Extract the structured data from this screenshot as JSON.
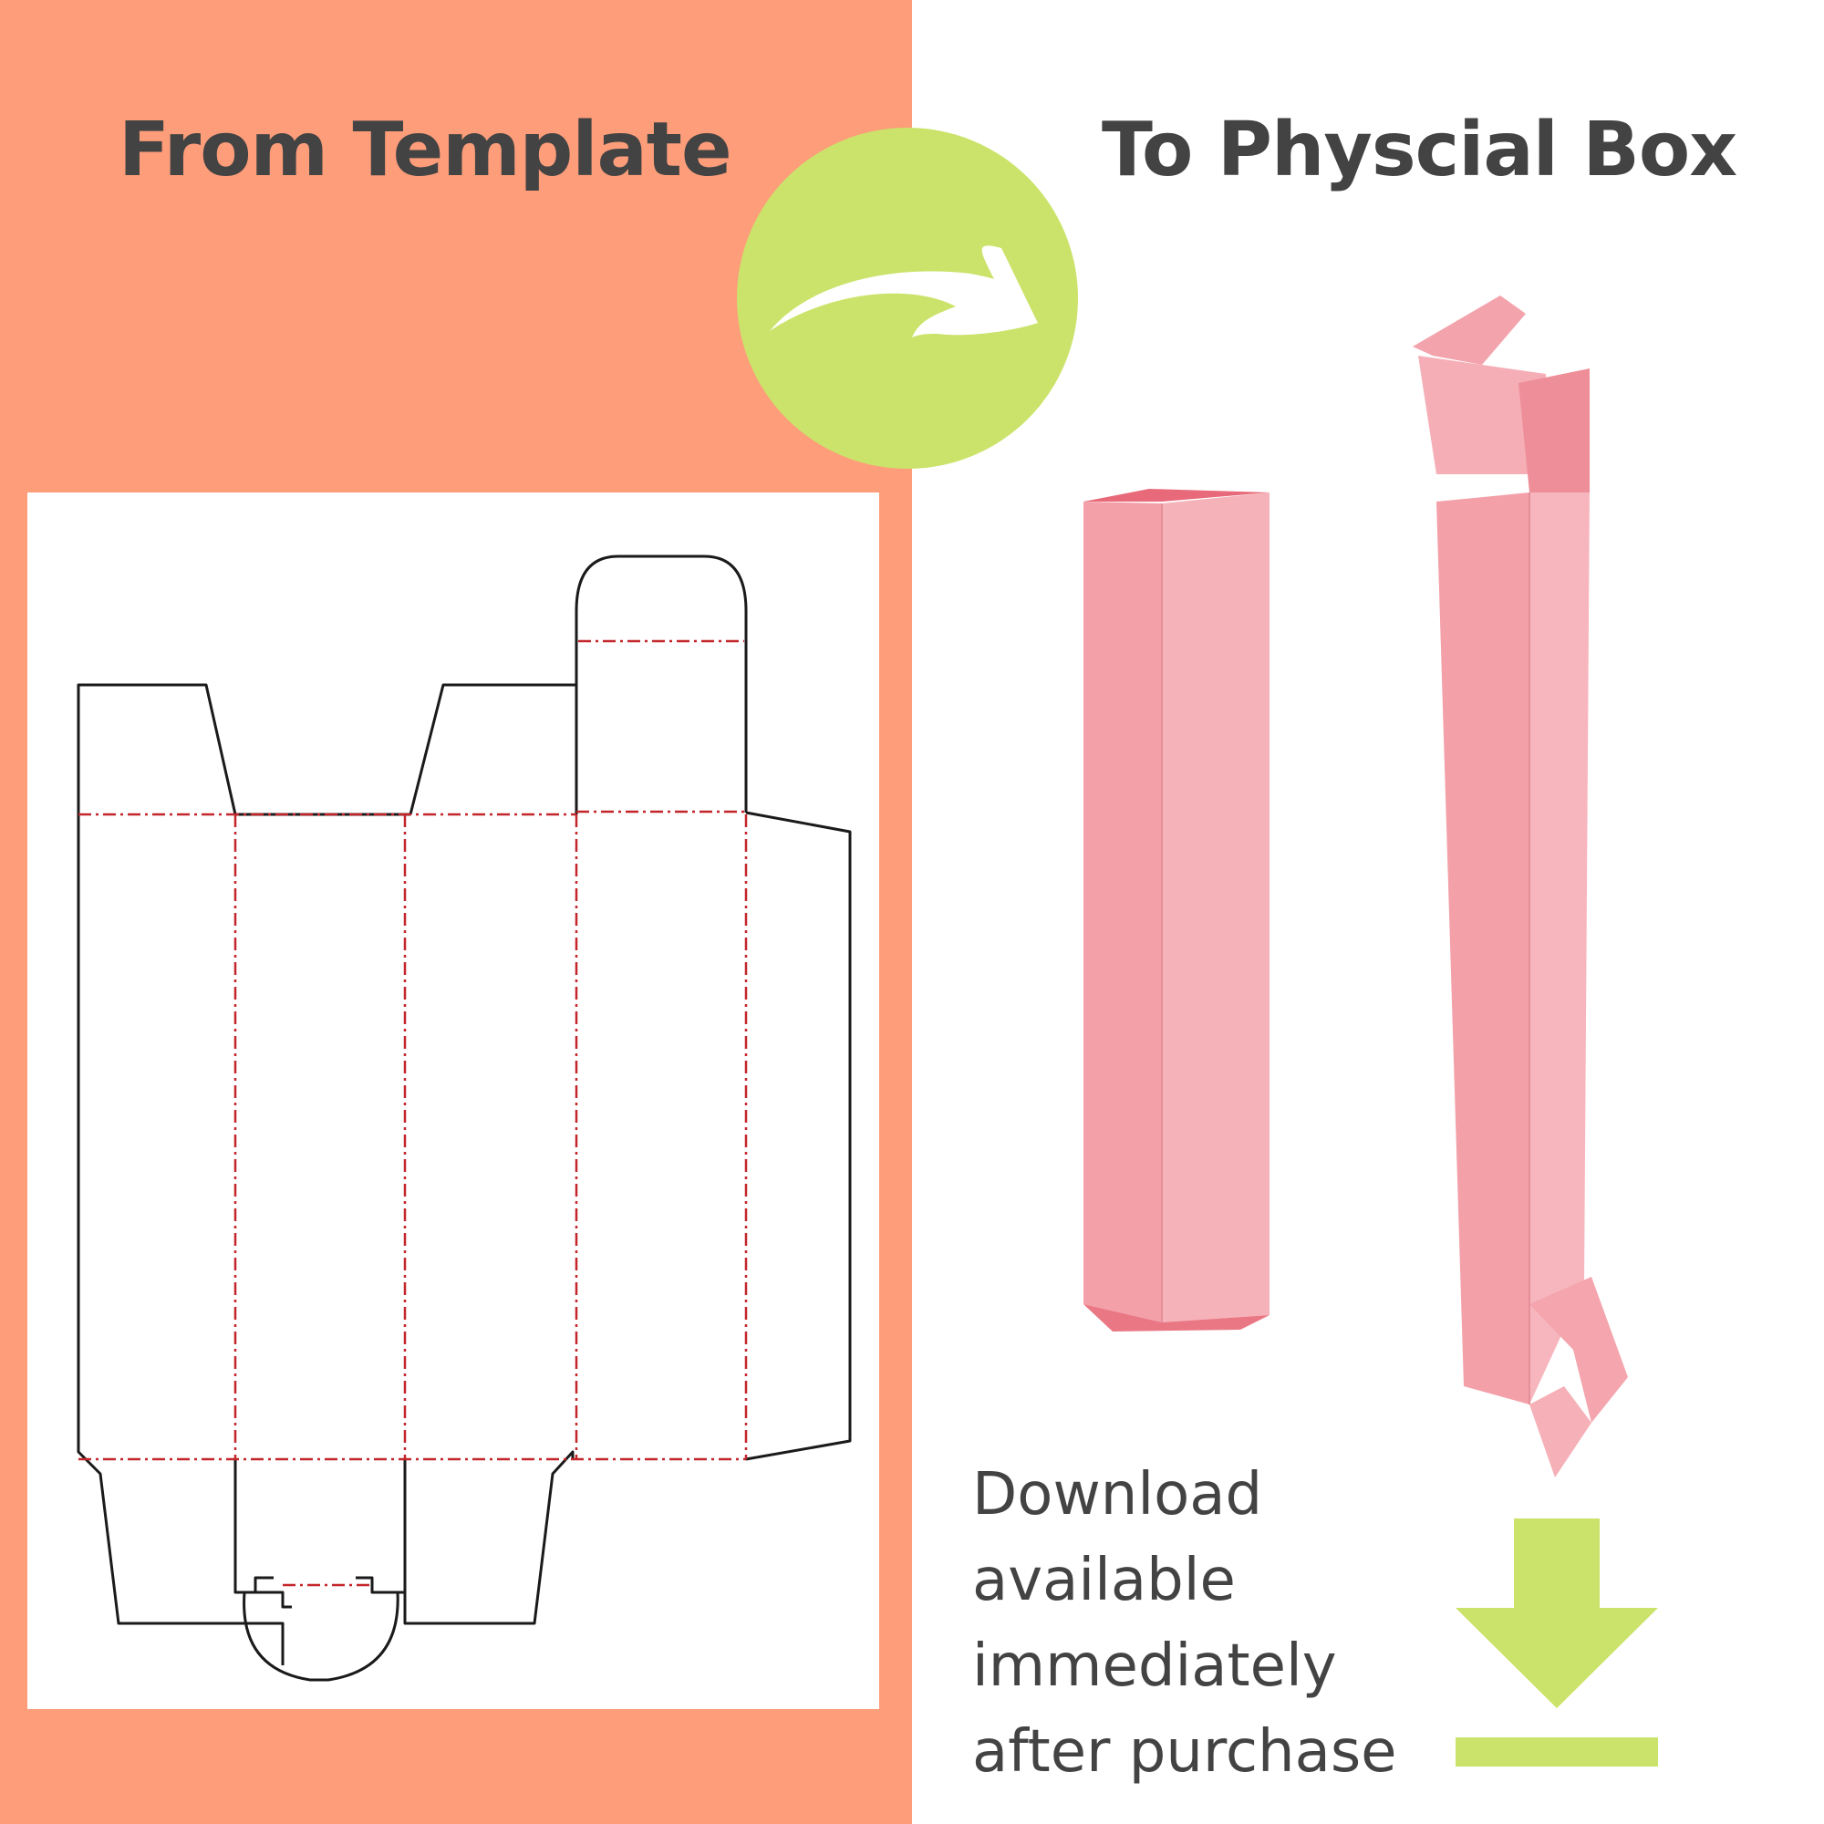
{
  "headings": {
    "left": "From Template",
    "right": "To Physcial Box"
  },
  "download_note": {
    "lines": [
      "Download",
      "available",
      "immediately",
      "after purchase"
    ]
  },
  "icons": {
    "transition": "curved-arrow-icon",
    "download": "download-arrow-icon"
  },
  "colors": {
    "left_background": "#fd9d7a",
    "right_background": "#ffffff",
    "accent_green": "#cbe36a",
    "heading_text": "#434343",
    "fold_line_red": "#c3252b",
    "cut_line_black": "#1a1a1a",
    "box_pink": "#f4a5ad"
  }
}
